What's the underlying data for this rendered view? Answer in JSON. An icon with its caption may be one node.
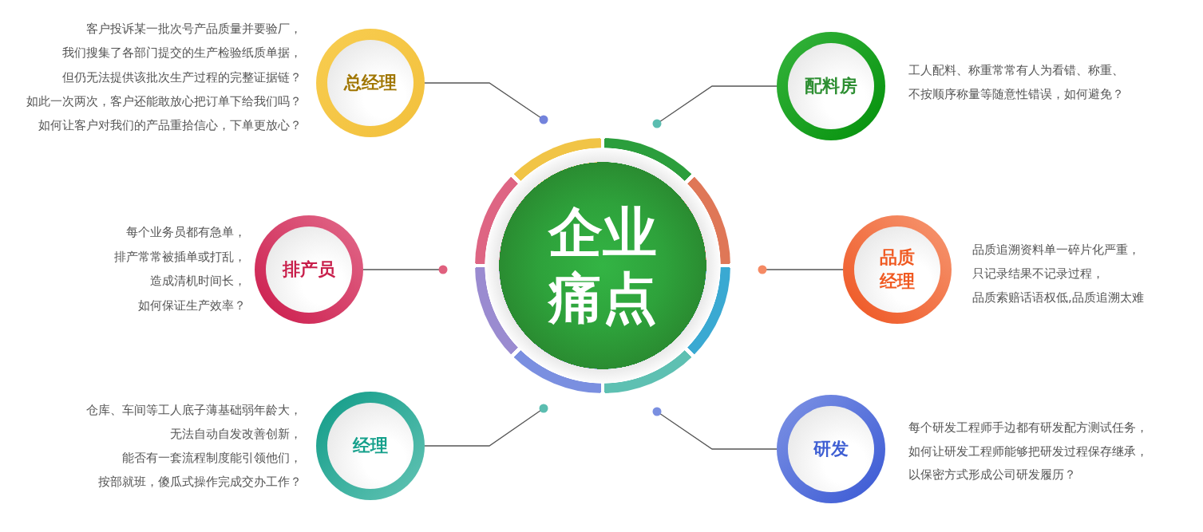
{
  "diagram": {
    "nodes": [
      {
        "text": [
          "企业痛点"
        ]
      },
      {
        "text": [
          "总经理"
        ],
        "beside": [
          "客户投诉某一批次号产品质量并要验厂，",
          "我们搜集了各部门提交的生产检验纸质单据，",
          "但仍无法提供该批次生产过程的完整证据链？",
          "如此一次两次，客户还能敢放心把订单下给我们吗？",
          "如何让客户对我们的产品重拾信心，下单更放心？"
        ]
      },
      {
        "text": [
          "配料房"
        ],
        "beside": [
          "工人配料、称重常常有人为看错、称重、",
          "不按顺序称量等随意性错误，如何避免？"
        ]
      },
      {
        "text": [
          "排产员"
        ],
        "beside": [
          "每个业务员都有急单，",
          "排产常常被插单或打乱，",
          "造成清机时间长，",
          "如何保证生产效率？"
        ]
      },
      {
        "text": [
          "品质经理"
        ],
        "beside": [
          "品质追溯资料单一碎片化严重，",
          "只记录结果不记录过程，",
          "品质索赔话语权低,品质追溯太难"
        ]
      },
      {
        "text": [
          "经理"
        ],
        "beside": [
          "仓库、车间等工人底子薄基础弱年龄大，",
          "无法自动自发改善创新，",
          "能否有一套流程制度能引领他们，",
          "按部就班，傻瓜式操作完成交办工作？"
        ]
      },
      {
        "text": [
          "研发"
        ],
        "beside": [
          "每个研发工程师手边都有研发配方测试任务，",
          "如何让研发工程师能够把研发过程保存继承，",
          "以保密方式形成公司研发履历？"
        ]
      }
    ],
    "edges": [
      {
        "from": 1,
        "to": 0,
        "arrow": "other"
      },
      {
        "from": 2,
        "to": 0,
        "arrow": "other"
      },
      {
        "from": 3,
        "to": 0,
        "arrow": "other"
      },
      {
        "from": 4,
        "to": 0,
        "arrow": "other"
      },
      {
        "from": 5,
        "to": 0,
        "arrow": "other"
      },
      {
        "from": 6,
        "to": 0,
        "arrow": "other"
      }
    ]
  }
}
